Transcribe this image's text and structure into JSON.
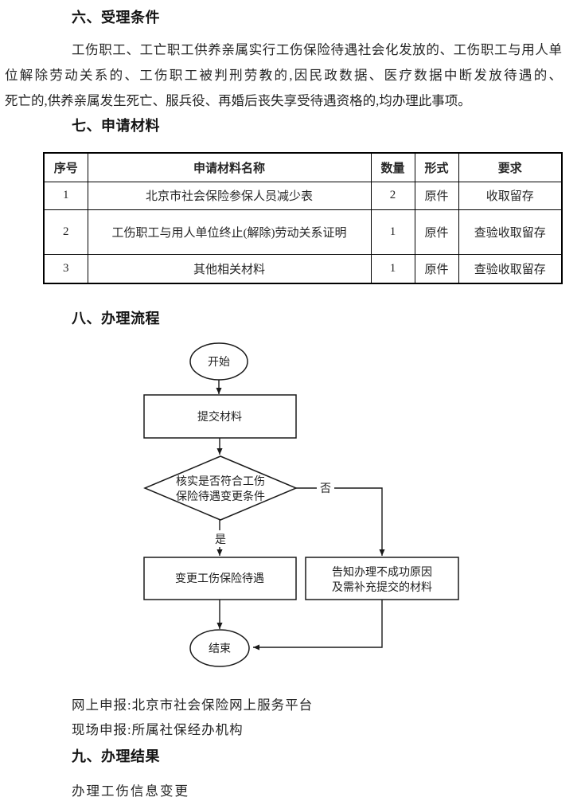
{
  "section6": {
    "heading": "六、受理条件",
    "paragraph_lines": [
      "工伤职工、工亡职工供养亲属实行工伤保险待遇社会化发放的、工伤职工与用人单",
      "位解除劳动关系的、工伤职工被判刑劳教的,因民政数据、医疗数据中断发放待遇的、",
      "死亡的,供养亲属发生死亡、服兵役、再婚后丧失享受待遇资格的,均办理此事项。"
    ]
  },
  "section7": {
    "heading": "七、申请材料",
    "table": {
      "headers": [
        "序号",
        "申请材料名称",
        "数量",
        "形式",
        "要求"
      ],
      "rows": [
        [
          "1",
          "北京市社会保险参保人员减少表",
          "2",
          "原件",
          "收取留存"
        ],
        [
          "2",
          "工伤职工与用人单位终止(解除)劳动关系证明",
          "1",
          "原件",
          "查验收取留存"
        ],
        [
          "3",
          "其他相关材料",
          "1",
          "原件",
          "查验收取留存"
        ]
      ]
    }
  },
  "section8": {
    "heading": "八、办理流程",
    "flowchart": {
      "start_label": "开始",
      "submit_label": "提交材料",
      "decision_line1": "核实是否符合工伤",
      "decision_line2": "保险待遇变更条件",
      "yes_label": "是",
      "no_label": "否",
      "success_label": "变更工伤保险待遇",
      "fail_line1": "告知办理不成功原因",
      "fail_line2": "及需补充提交的材料",
      "end_label": "结束"
    }
  },
  "declare": {
    "online": "网上申报:北京市社会保险网上服务平台",
    "onsite": "现场申报:所属社保经办机构"
  },
  "section9": {
    "heading": "九、办理结果",
    "result": "办理工伤信息变更"
  },
  "colors": {
    "text": "#1f1f1f",
    "line": "#1a1a1a",
    "background": "#ffffff"
  }
}
